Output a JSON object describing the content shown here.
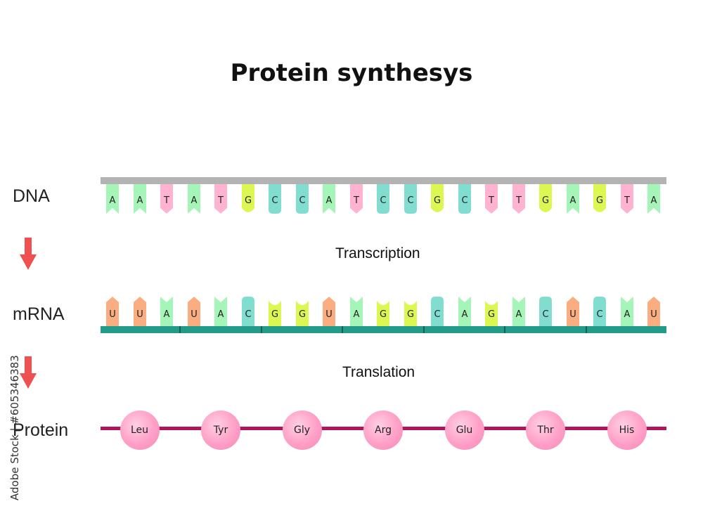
{
  "title": "Protein synthesys",
  "labels": {
    "dna": "DNA",
    "mrna": "mRNA",
    "protein": "Protein",
    "transcription": "Transcription",
    "translation": "Translation"
  },
  "dna": {
    "bases": [
      "A",
      "A",
      "T",
      "A",
      "T",
      "G",
      "C",
      "C",
      "A",
      "T",
      "C",
      "C",
      "G",
      "C",
      "T",
      "T",
      "G",
      "A",
      "G",
      "T",
      "A"
    ]
  },
  "mrna": {
    "bases": [
      "U",
      "U",
      "A",
      "U",
      "A",
      "C",
      "G",
      "G",
      "U",
      "A",
      "G",
      "G",
      "C",
      "A",
      "G",
      "A",
      "C",
      "U",
      "C",
      "A",
      "U"
    ]
  },
  "protein": {
    "amino_acids": [
      "Leu",
      "Tyr",
      "Gly",
      "Arg",
      "Glu",
      "Thr",
      "His"
    ]
  },
  "colors": {
    "A": "#a6f5b8",
    "T": "#ffb3d1",
    "G": "#dcf752",
    "C": "#80ddd0",
    "U": "#f9ad80",
    "dna_backbone": "#b3b3b3",
    "mrna_backbone": "#239b8a",
    "protein_line": "#b0145a",
    "amino_acid": "#ff9fc7",
    "arrow": "#f05050"
  },
  "watermark": "Adobe Stock | #605346383",
  "icons": [
    "down-arrow-icon"
  ]
}
